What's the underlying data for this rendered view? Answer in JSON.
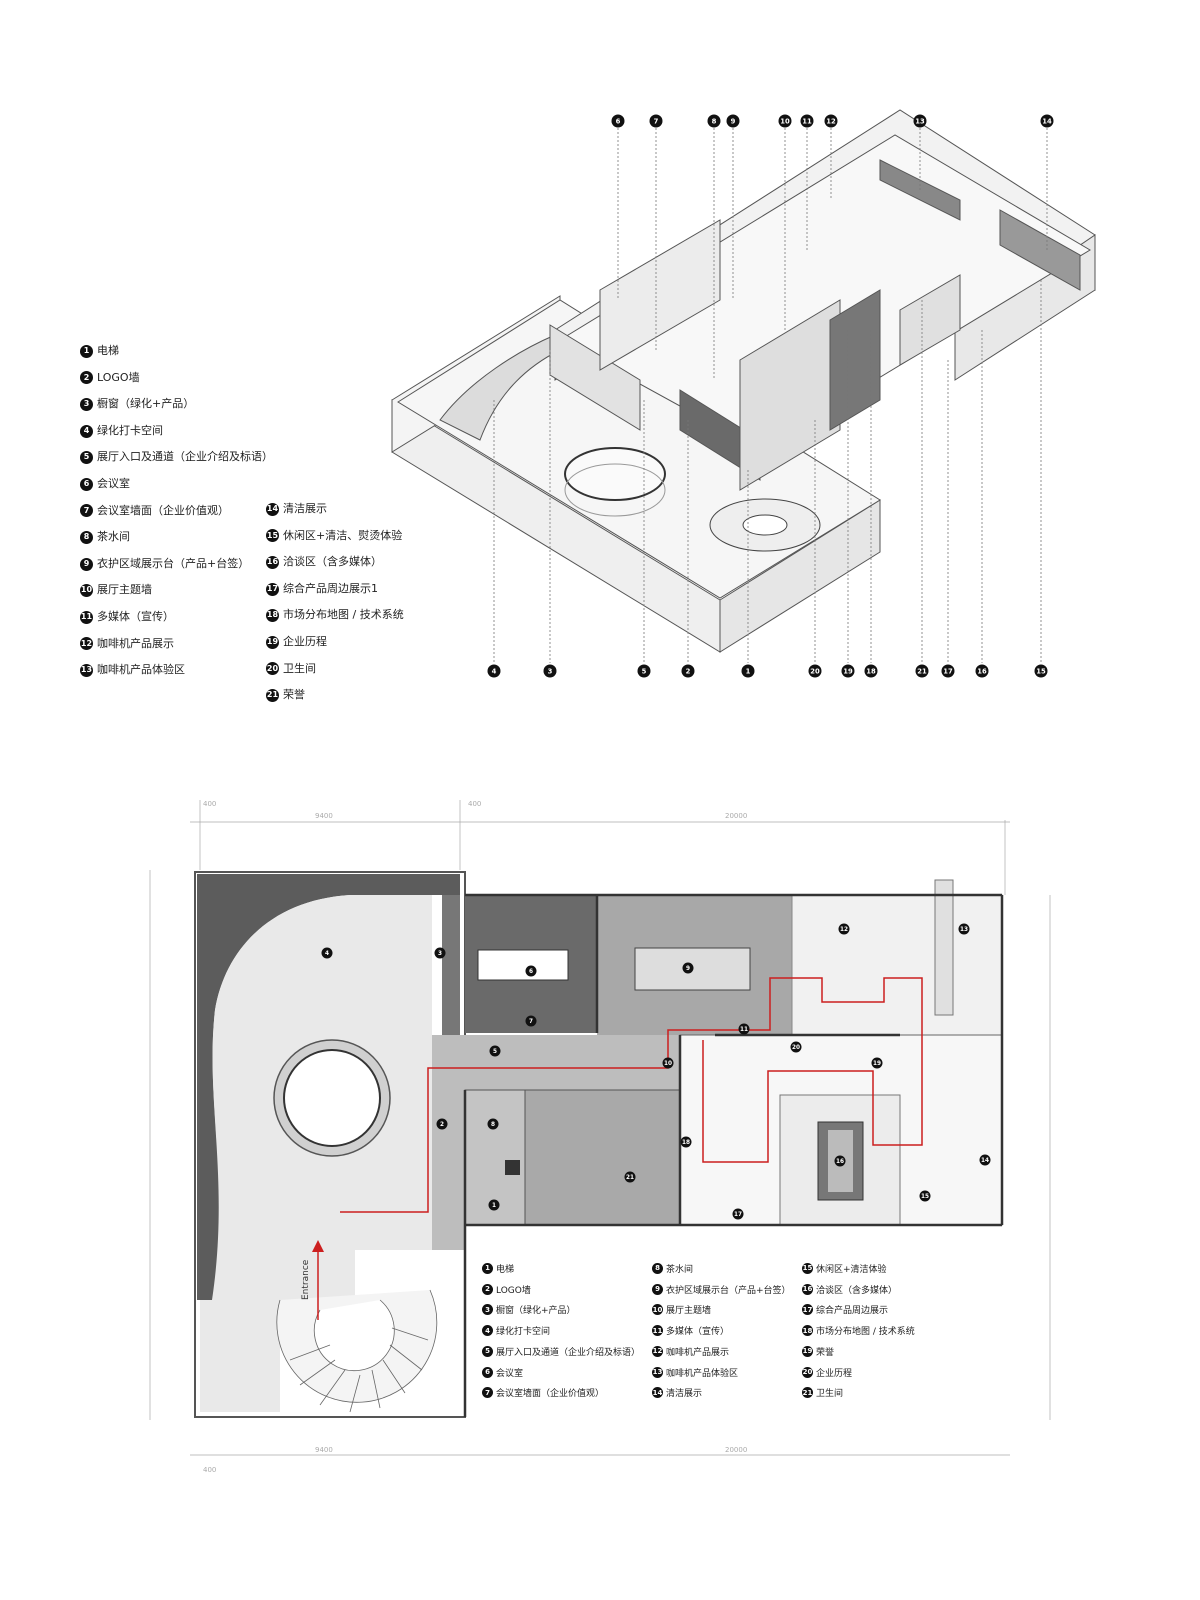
{
  "axonometric": {
    "legend_col1": [
      {
        "num": "1",
        "label": "电梯"
      },
      {
        "num": "2",
        "label": "LOGO墙"
      },
      {
        "num": "3",
        "label": "橱窗（绿化+产品）"
      },
      {
        "num": "4",
        "label": "绿化打卡空间"
      },
      {
        "num": "5",
        "label": "展厅入口及通道（企业介绍及标语）"
      },
      {
        "num": "6",
        "label": "会议室"
      },
      {
        "num": "7",
        "label": "会议室墙面（企业价值观）"
      },
      {
        "num": "8",
        "label": "茶水间"
      },
      {
        "num": "9",
        "label": "衣护区域展示台（产品+台签）"
      },
      {
        "num": "10",
        "label": "展厅主题墙"
      },
      {
        "num": "11",
        "label": "多媒体（宣传）"
      },
      {
        "num": "12",
        "label": "咖啡机产品展示"
      },
      {
        "num": "13",
        "label": "咖啡机产品体验区"
      }
    ],
    "legend_col2": [
      {
        "num": "14",
        "label": "清洁展示"
      },
      {
        "num": "15",
        "label": "休闲区+清洁、熨烫体验"
      },
      {
        "num": "16",
        "label": "洽谈区（含多媒体）"
      },
      {
        "num": "17",
        "label": "综合产品周边展示1"
      },
      {
        "num": "18",
        "label": "市场分布地图 / 技术系统"
      },
      {
        "num": "19",
        "label": "企业历程"
      },
      {
        "num": "20",
        "label": "卫生间"
      },
      {
        "num": "21",
        "label": "荣誉"
      }
    ],
    "top_markers": [
      "6",
      "7",
      "8",
      "9",
      "10",
      "11",
      "12",
      "13",
      "14"
    ],
    "bottom_markers": [
      "4",
      "3",
      "5",
      "2",
      "1",
      "20",
      "19",
      "18",
      "21",
      "17",
      "16",
      "15"
    ]
  },
  "plan": {
    "dims_top": [
      "400",
      "9400",
      "400",
      "20000"
    ],
    "dims_bottom": [
      "9400",
      "20000",
      "400"
    ],
    "entrance_label": "Entrance",
    "room_markers": [
      "1",
      "2",
      "3",
      "4",
      "5",
      "6",
      "7",
      "8",
      "9",
      "10",
      "11",
      "12",
      "13",
      "14",
      "15",
      "16",
      "17",
      "18",
      "19",
      "20",
      "21"
    ],
    "legend": [
      {
        "num": "1",
        "label": "电梯"
      },
      {
        "num": "8",
        "label": "茶水间"
      },
      {
        "num": "15",
        "label": "休闲区+清洁体验"
      },
      {
        "num": "2",
        "label": "LOGO墙"
      },
      {
        "num": "9",
        "label": "衣护区域展示台（产品+台签）"
      },
      {
        "num": "16",
        "label": "洽谈区（含多媒体）"
      },
      {
        "num": "3",
        "label": "橱窗（绿化+产品）"
      },
      {
        "num": "10",
        "label": "展厅主题墙"
      },
      {
        "num": "17",
        "label": "综合产品周边展示"
      },
      {
        "num": "4",
        "label": "绿化打卡空间"
      },
      {
        "num": "11",
        "label": "多媒体（宣传）"
      },
      {
        "num": "18",
        "label": "市场分布地图 / 技术系统"
      },
      {
        "num": "5",
        "label": "展厅入口及通道（企业介绍及标语）"
      },
      {
        "num": "12",
        "label": "咖啡机产品展示"
      },
      {
        "num": "19",
        "label": "荣誉"
      },
      {
        "num": "6",
        "label": "会议室"
      },
      {
        "num": "13",
        "label": "咖啡机产品体验区"
      },
      {
        "num": "20",
        "label": "企业历程"
      },
      {
        "num": "7",
        "label": "会议室墙面（企业价值观）"
      },
      {
        "num": "14",
        "label": "清洁展示"
      },
      {
        "num": "21",
        "label": "卫生间"
      }
    ]
  },
  "colors": {
    "ink": "#111111",
    "route": "#cc1f1f",
    "floor_grey": "#9e9e9e",
    "dark_floor": "#5a5a5a",
    "wall": "#444444"
  }
}
